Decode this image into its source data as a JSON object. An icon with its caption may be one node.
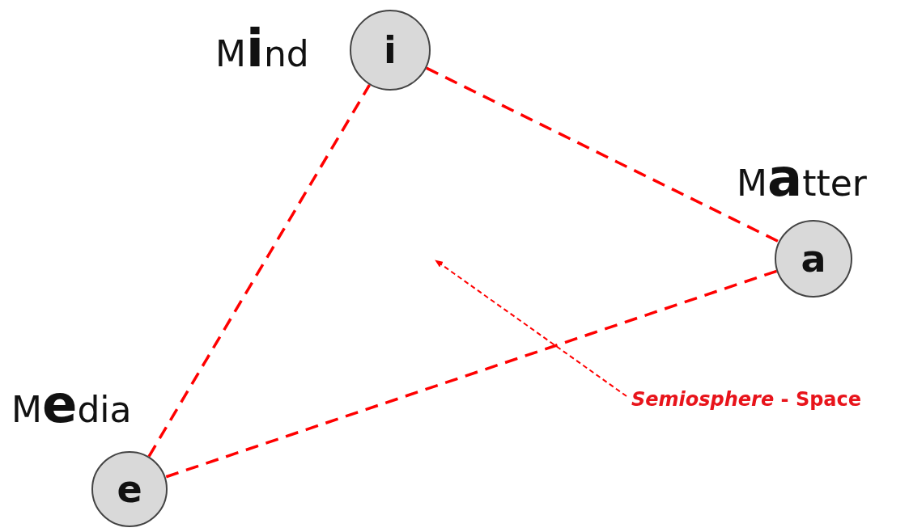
{
  "diagram": {
    "nodes": [
      {
        "text": [
          "i"
        ],
        "beside": [
          "M**i**nd"
        ]
      },
      {
        "text": [
          "a"
        ],
        "beside": [
          "M**a**tter"
        ]
      },
      {
        "text": [
          "e"
        ],
        "beside": [
          "M**e**dia"
        ]
      },
      {
        "text": [
          "*Semiosphere* - Space"
        ]
      }
    ],
    "edges": [
      {
        "from": 0,
        "to": 1,
        "arrow": "none",
        "style": "dashed"
      },
      {
        "from": 1,
        "to": 2,
        "arrow": "none",
        "style": "dashed"
      },
      {
        "from": 2,
        "to": 0,
        "arrow": "none",
        "style": "dashed"
      },
      {
        "from": 3,
        "to": null,
        "arrow": "to",
        "style": "dashed"
      }
    ]
  }
}
